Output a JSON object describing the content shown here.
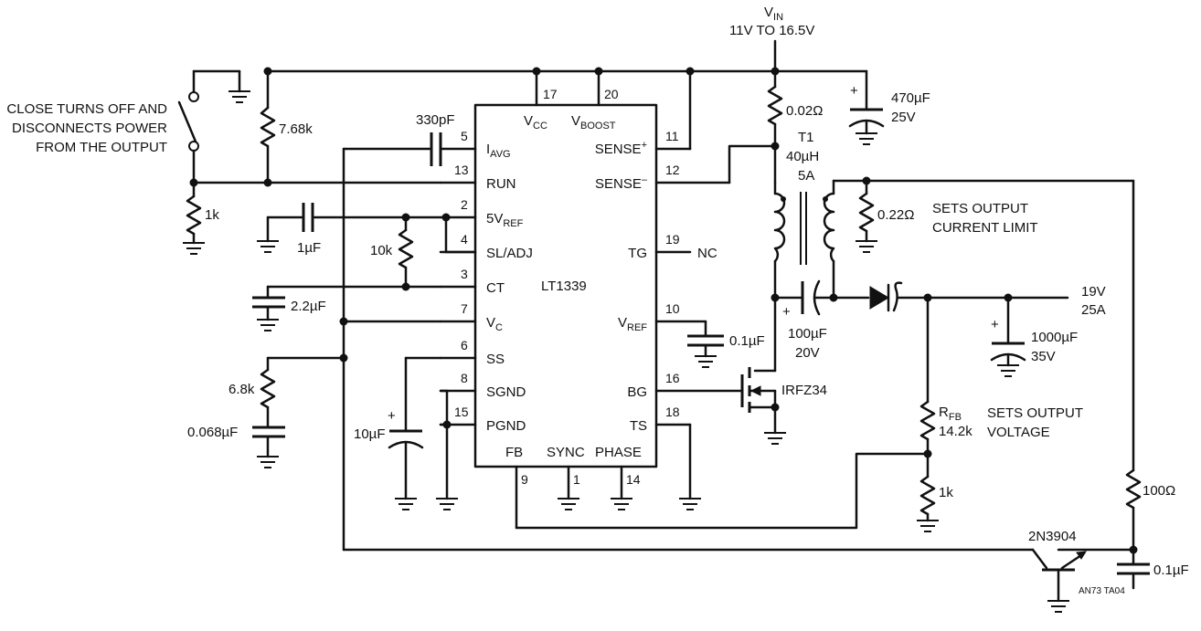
{
  "vin": {
    "label": "V",
    "sub": "IN",
    "range": "11V TO 16.5V"
  },
  "switch_note": [
    "CLOSE TURNS OFF AND",
    "DISCONNECTS POWER",
    "FROM THE OUTPUT"
  ],
  "ic": {
    "name": "LT1339",
    "pins_left": [
      {
        "num": "5",
        "label": "I",
        "sub": "AVG"
      },
      {
        "num": "13",
        "label": "RUN",
        "sub": ""
      },
      {
        "num": "2",
        "label": "5V",
        "sub": "REF"
      },
      {
        "num": "4",
        "label": "SL/ADJ",
        "sub": ""
      },
      {
        "num": "3",
        "label": "CT",
        "sub": ""
      },
      {
        "num": "7",
        "label": "V",
        "sub": "C"
      },
      {
        "num": "6",
        "label": "SS",
        "sub": ""
      },
      {
        "num": "8",
        "label": "SGND",
        "sub": ""
      },
      {
        "num": "15",
        "label": "PGND",
        "sub": ""
      }
    ],
    "pins_top": [
      {
        "num": "17",
        "label": "V",
        "sub": "CC"
      },
      {
        "num": "20",
        "label": "V",
        "sub": "BOOST"
      }
    ],
    "pins_right": [
      {
        "num": "11",
        "label": "SENSE",
        "sup": "+"
      },
      {
        "num": "12",
        "label": "SENSE",
        "sup": "–"
      },
      {
        "num": "19",
        "label": "TG",
        "extra": "NC"
      },
      {
        "num": "10",
        "label": "V",
        "sub": "REF"
      },
      {
        "num": "16",
        "label": "BG"
      },
      {
        "num": "18",
        "label": "TS"
      }
    ],
    "pins_bottom": [
      {
        "num": "9",
        "label": "FB"
      },
      {
        "num": "1",
        "label": "SYNC"
      },
      {
        "num": "14",
        "label": "PHASE"
      }
    ]
  },
  "components": {
    "r_run_pullup": "7.68k",
    "r_run_pulldown": "1k",
    "c_iavg": "330pF",
    "c_5vref": "1µF",
    "r_ct": "10k",
    "c_ct": "2.2µF",
    "r_comp": "6.8k",
    "c_comp": "0.068µF",
    "c_ss": "10µF",
    "c_vref": "0.1µF",
    "r_sense": "0.02Ω",
    "c_in": [
      "470µF",
      "25V"
    ],
    "transformer": [
      "T1",
      "40µH",
      "5A"
    ],
    "r_limit": "0.22Ω",
    "limit_note": [
      "SETS OUTPUT",
      "CURRENT LIMIT"
    ],
    "c_couple": [
      "100µF",
      "20V"
    ],
    "mosfet": "IRFZ34",
    "output": [
      "19V",
      "25A"
    ],
    "c_out": [
      "1000µF",
      "35V"
    ],
    "r_fb": {
      "label": "R",
      "sub": "FB",
      "value": "14.2k"
    },
    "fb_note": [
      "SETS OUTPUT",
      "VOLTAGE"
    ],
    "r_fb_bottom": "1k",
    "r_base": "100Ω",
    "transistor": "2N3904",
    "c_base": "0.1µF",
    "plus": "+"
  },
  "figure_id": "AN73 TA04"
}
